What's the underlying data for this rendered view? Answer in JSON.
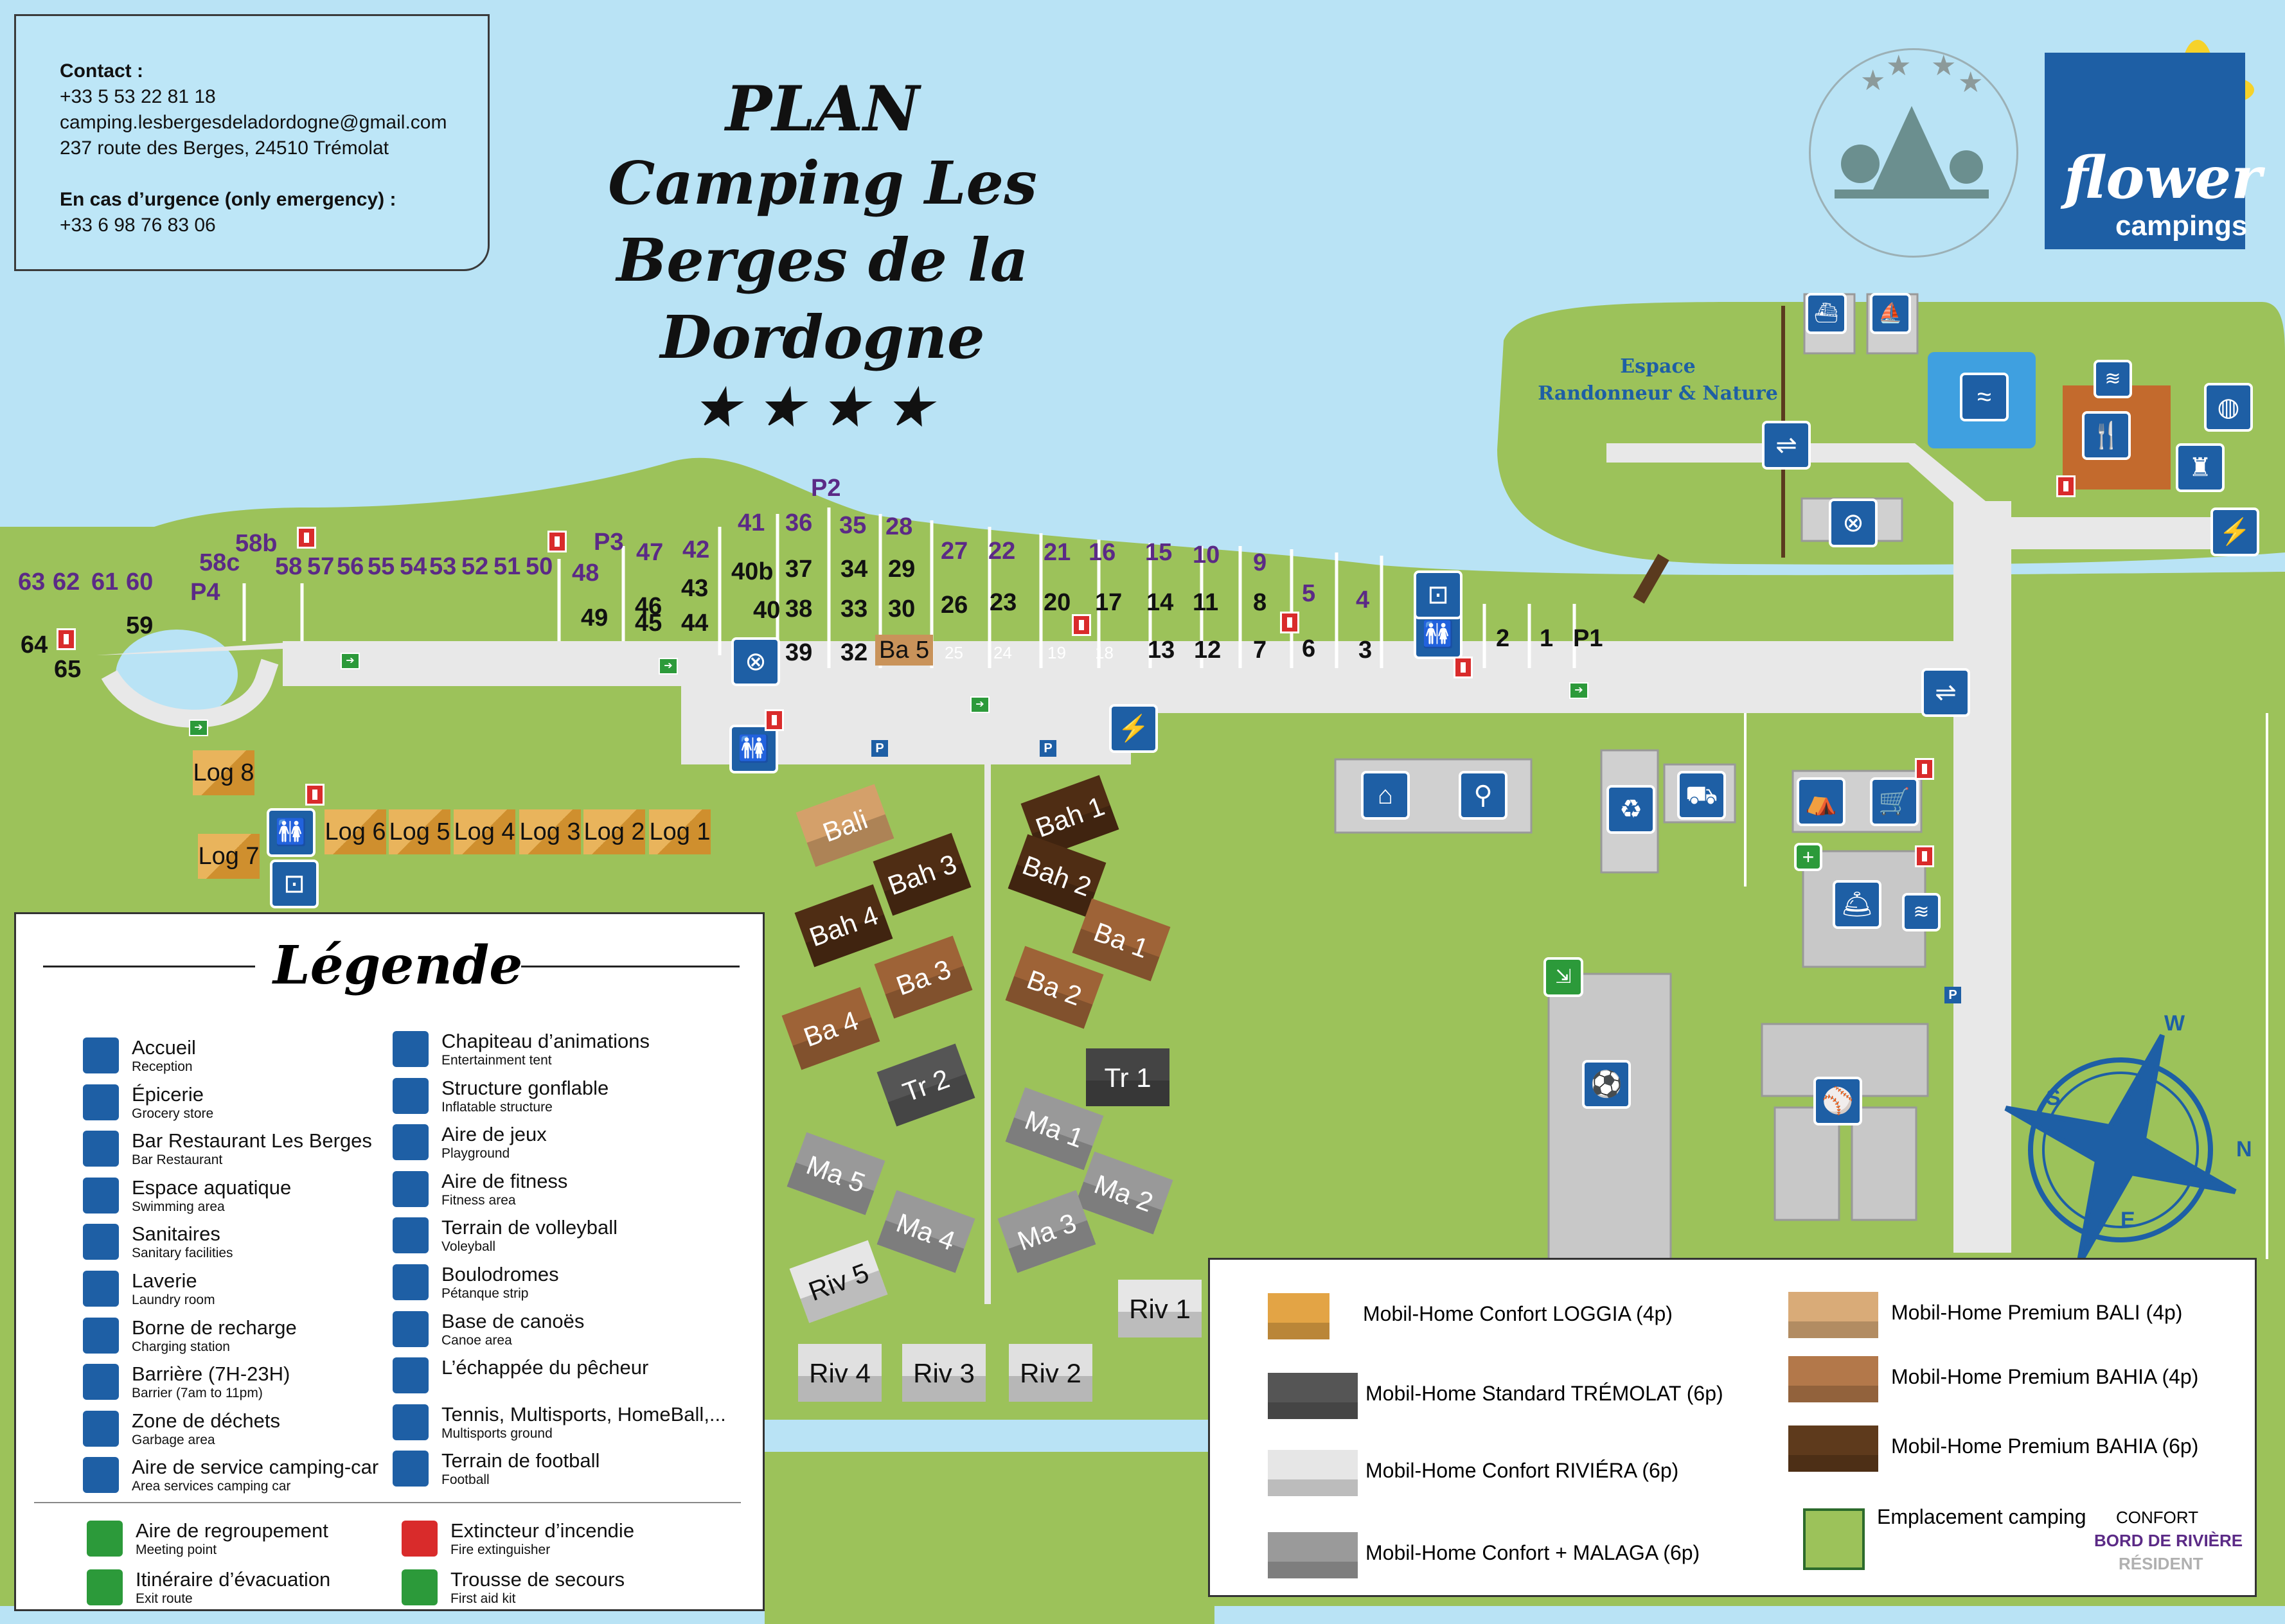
{
  "contact": {
    "heading": "Contact :",
    "phone": "+33 5 53 22 81 18",
    "email": "camping.lesbergesdeladordogne@gmail.com",
    "address": "237 route des Berges, 24510 Trémolat",
    "emergency_heading": "En cas d’urgence (only emergency) :",
    "emergency_phone": "+33 6 98 76 83 06"
  },
  "title": {
    "line1": "PLAN",
    "line2": "Camping Les Berges de la Dordogne",
    "stars": "★★★★"
  },
  "brand": {
    "line1": "flower",
    "line2": "campings"
  },
  "map": {
    "zone_label": "Espace\nRandonneur & Nature",
    "pitches_top": [
      "63",
      "62",
      "61",
      "60",
      "58c",
      "58b",
      "58",
      "57",
      "56",
      "55",
      "54",
      "53",
      "52",
      "51",
      "50",
      "48",
      "P3",
      "47",
      "42",
      "41",
      "36",
      "P2",
      "35",
      "28",
      "27",
      "22",
      "21",
      "16",
      "15",
      "10",
      "9",
      "5",
      "4",
      "2",
      "1",
      "P1"
    ],
    "pitches_mid": [
      "P4",
      "64",
      "65",
      "59",
      "49",
      "46",
      "43",
      "45",
      "44",
      "40b",
      "37",
      "34",
      "29",
      "40",
      "38",
      "33",
      "30",
      "39",
      "32",
      "Ba 5",
      "26",
      "23",
      "20",
      "17",
      "14",
      "11",
      "8",
      "25",
      "24",
      "19",
      "18",
      "13",
      "12",
      "7",
      "6",
      "3"
    ],
    "loggia": [
      "Log 8",
      "Log 7",
      "Log 6",
      "Log 5",
      "Log 4",
      "Log 3",
      "Log 2",
      "Log 1"
    ],
    "homes": [
      "Bali",
      "Bah 1",
      "Bah 3",
      "Bah 2",
      "Bah 4",
      "Ba 1",
      "Ba 3",
      "Ba 2",
      "Ba 4",
      "Tr 2",
      "Tr 1",
      "Ma 1",
      "Ma 5",
      "Ma 2",
      "Ma 4",
      "Ma 3",
      "Riv 5",
      "Riv 1",
      "Riv 4",
      "Riv 3",
      "Riv 2"
    ],
    "compass": {
      "n": "N",
      "s": "S",
      "e": "E",
      "w": "W"
    }
  },
  "legend": {
    "title": "Légende",
    "col1": [
      {
        "name": "Accueil",
        "sub": "Reception",
        "icon": "reception-icon"
      },
      {
        "name": "Épicerie",
        "sub": "Grocery store",
        "icon": "cart-icon"
      },
      {
        "name": "Bar Restaurant Les Berges",
        "sub": "Bar Restaurant",
        "icon": "restaurant-icon"
      },
      {
        "name": "Espace aquatique",
        "sub": "Swimming area",
        "icon": "pool-icon"
      },
      {
        "name": "Sanitaires",
        "sub": "Sanitary facilities",
        "icon": "toilets-icon"
      },
      {
        "name": "Laverie",
        "sub": "Laundry room",
        "icon": "laundry-icon"
      },
      {
        "name": "Borne de recharge",
        "sub": "Charging station",
        "icon": "charging-icon"
      },
      {
        "name": "Barrière (7H-23H)",
        "sub": "Barrier (7am to 11pm)",
        "icon": "barrier-icon"
      },
      {
        "name": "Zone de déchets",
        "sub": "Garbage area",
        "icon": "recycle-icon"
      },
      {
        "name": "Aire de service camping-car",
        "sub": "Area services camping car",
        "icon": "camper-icon"
      }
    ],
    "col2": [
      {
        "name": "Chapiteau d’animations",
        "sub": "Entertainment tent",
        "icon": "tent-icon"
      },
      {
        "name": "Structure gonflable",
        "sub": "Inflatable structure",
        "icon": "castle-icon"
      },
      {
        "name": "Aire de jeux",
        "sub": "Playground",
        "icon": "playground-icon"
      },
      {
        "name": "Aire de fitness",
        "sub": "Fitness area",
        "icon": "fitness-icon"
      },
      {
        "name": "Terrain de volleyball",
        "sub": "Voleyball",
        "icon": "volleyball-icon"
      },
      {
        "name": "Boulodromes",
        "sub": "Pétanque strip",
        "icon": "petanque-icon"
      },
      {
        "name": "Base de canoës",
        "sub": "Canoe area",
        "icon": "canoe-icon"
      },
      {
        "name": "L’échappée du pêcheur",
        "sub": "",
        "icon": "boat-icon"
      },
      {
        "name": "Tennis, Multisports, HomeBall,...",
        "sub": "Multisports ground",
        "icon": "multisport-icon"
      },
      {
        "name": "Terrain de football",
        "sub": "Football",
        "icon": "football-icon"
      }
    ],
    "safety": [
      {
        "name": "Aire de regroupement",
        "sub": "Meeting point",
        "icon": "meeting-point-icon"
      },
      {
        "name": "Extincteur d’incendie",
        "sub": "Fire extinguisher",
        "icon": "extinguisher-icon"
      },
      {
        "name": "Itinéraire d’évacuation",
        "sub": "Exit route",
        "icon": "exit-arrow-icon"
      },
      {
        "name": "Trousse de secours",
        "sub": "First aid kit",
        "icon": "first-aid-icon"
      }
    ]
  },
  "homes_legend": [
    {
      "name": "Mobil-Home Confort LOGGIA (4p)",
      "color": "#e3a445"
    },
    {
      "name": "Mobil-Home Standard TRÉMOLAT (6p)",
      "color": "#555555"
    },
    {
      "name": "Mobil-Home Confort RIVIÉRA (6p)",
      "color": "#e6e6e6"
    },
    {
      "name": "Mobil-Home Confort + MALAGA (6p)",
      "color": "#9a9a9a"
    },
    {
      "name": "Mobil-Home Premium BALI (4p)",
      "color": "#d9ab78"
    },
    {
      "name": "Mobil-Home Premium BAHIA (4p)",
      "color": "#b3784a"
    },
    {
      "name": "Mobil-Home Premium BAHIA (6p)",
      "color": "#5e3a1c"
    }
  ],
  "pitch_legend": {
    "name": "Emplacement camping",
    "confort": "CONFORT",
    "riviere": "BORD DE RIVIÈRE",
    "resident": "RÉSIDENT",
    "colors": {
      "confort": "#111111",
      "riviere": "#5b2a86",
      "resident": "#b0b0b0",
      "grass": "#9cc25a"
    }
  }
}
